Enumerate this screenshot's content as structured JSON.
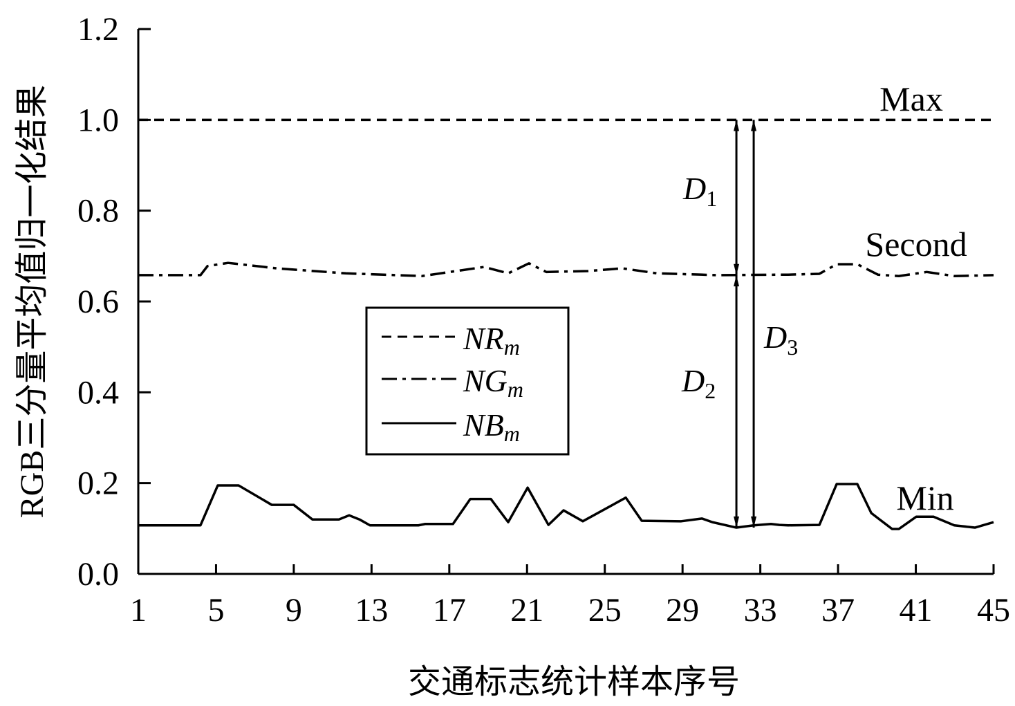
{
  "chart_data": {
    "type": "line",
    "title": "",
    "xlabel": "交通标志统计样本序号",
    "ylabel": "RGB三分量平均值归一化结果",
    "xlim": [
      1,
      45
    ],
    "ylim": [
      0,
      1.2
    ],
    "xticks": [
      1,
      5,
      9,
      13,
      17,
      21,
      25,
      29,
      33,
      37,
      41,
      45
    ],
    "yticks": [
      "0.0",
      "0.2",
      "0.4",
      "0.6",
      "0.8",
      "1.0",
      "1.2"
    ],
    "grid": false,
    "legend_placement": "center-left",
    "series": [
      {
        "name": "NR",
        "sub": "m",
        "style": "dashed",
        "x": [
          1,
          45
        ],
        "y": [
          1.0,
          1.0
        ]
      },
      {
        "name": "NG",
        "sub": "m",
        "style": "dashdot",
        "x": [
          1,
          4.2,
          4.56,
          5.62,
          8.11,
          11.67,
          15.59,
          18.79,
          20.03,
          21.1,
          21.99,
          24.12,
          25.9,
          27.68,
          30.77,
          33.91,
          34.44,
          36.04,
          36.93,
          37.99,
          39.06,
          40.13,
          41.56,
          42.98,
          45
        ],
        "y": [
          0.658,
          0.658,
          0.678,
          0.685,
          0.673,
          0.662,
          0.656,
          0.676,
          0.662,
          0.684,
          0.665,
          0.667,
          0.673,
          0.662,
          0.658,
          0.659,
          0.659,
          0.661,
          0.682,
          0.682,
          0.659,
          0.656,
          0.665,
          0.656,
          0.658
        ]
      },
      {
        "name": "NB",
        "sub": "m",
        "style": "solid",
        "x": [
          1,
          4.2,
          5.09,
          6.16,
          7.87,
          9.0,
          9.96,
          11.32,
          11.85,
          12.38,
          12.92,
          15.41,
          15.76,
          17.19,
          18.08,
          19.14,
          20.03,
          21.03,
          22.1,
          22.88,
          23.87,
          26.08,
          26.9,
          28.93,
          30.0,
          30.53,
          31.77,
          32.66,
          33.55,
          33.98,
          34.44,
          36.04,
          36.93,
          37.99,
          38.71,
          39.78,
          40.13,
          41.02,
          41.91,
          42.98,
          44.04,
          45
        ],
        "y": [
          0.107,
          0.107,
          0.195,
          0.195,
          0.152,
          0.152,
          0.12,
          0.12,
          0.129,
          0.12,
          0.107,
          0.107,
          0.11,
          0.11,
          0.165,
          0.165,
          0.114,
          0.19,
          0.108,
          0.14,
          0.116,
          0.168,
          0.117,
          0.116,
          0.122,
          0.114,
          0.102,
          0.107,
          0.11,
          0.108,
          0.107,
          0.108,
          0.198,
          0.198,
          0.134,
          0.099,
          0.099,
          0.126,
          0.126,
          0.107,
          0.102,
          0.114
        ]
      }
    ],
    "annotations": {
      "max": "Max",
      "second": "Second",
      "min": "Min",
      "d1": {
        "letter": "D",
        "sub": "1",
        "x": 31.77,
        "from": 1.0,
        "to": 0.658
      },
      "d2": {
        "letter": "D",
        "sub": "2",
        "x": 31.77,
        "from": 0.658,
        "to": 0.102
      },
      "d3": {
        "letter": "D",
        "sub": "3",
        "x": 32.66,
        "from": 1.0,
        "to": 0.102
      }
    }
  }
}
